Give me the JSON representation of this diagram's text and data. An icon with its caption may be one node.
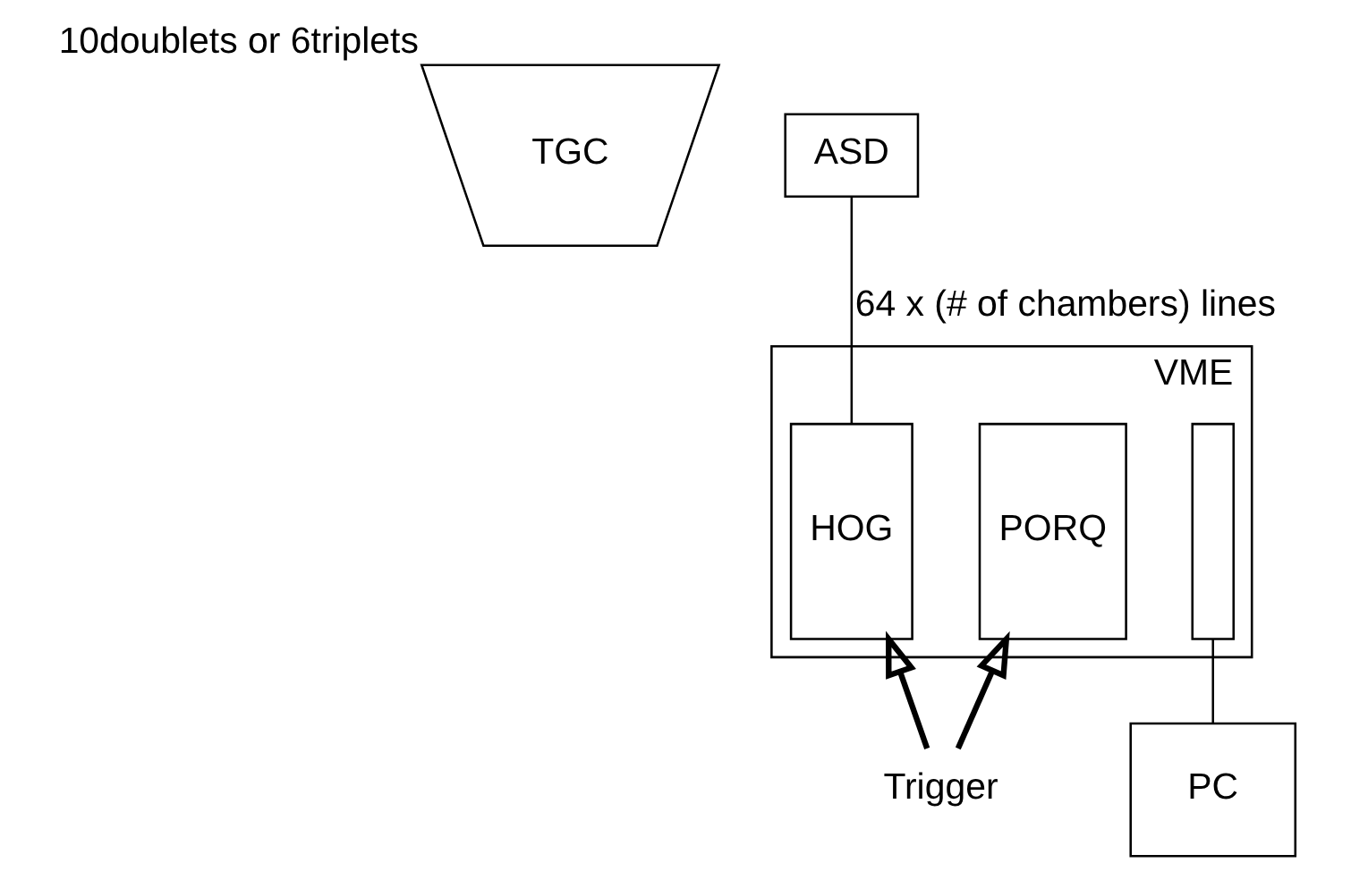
{
  "diagram": {
    "nodes": [
      {
        "text": [
          "TGC"
        ],
        "beside": [
          "10doublets or 6triplets"
        ]
      },
      {
        "text": [
          "ASD"
        ]
      },
      {
        "text": [
          "VME"
        ]
      },
      {
        "text": [
          "HOG"
        ],
        "in": 2
      },
      {
        "text": [
          "PORQ"
        ],
        "in": 2
      },
      {
        "text": [],
        "shape": "box",
        "in": 2
      },
      {
        "text": [
          "PC"
        ]
      },
      {
        "text": [
          "Trigger"
        ]
      }
    ],
    "edges": [
      {
        "from": 1,
        "to": 3,
        "arrow": "none",
        "label": "64 x (# of chambers) lines"
      },
      {
        "from": 5,
        "to": 6,
        "arrow": "none"
      },
      {
        "from": 7,
        "to": 3,
        "arrow": "to",
        "style": "thick"
      },
      {
        "from": 7,
        "to": 4,
        "arrow": "to",
        "style": "thick"
      }
    ]
  }
}
